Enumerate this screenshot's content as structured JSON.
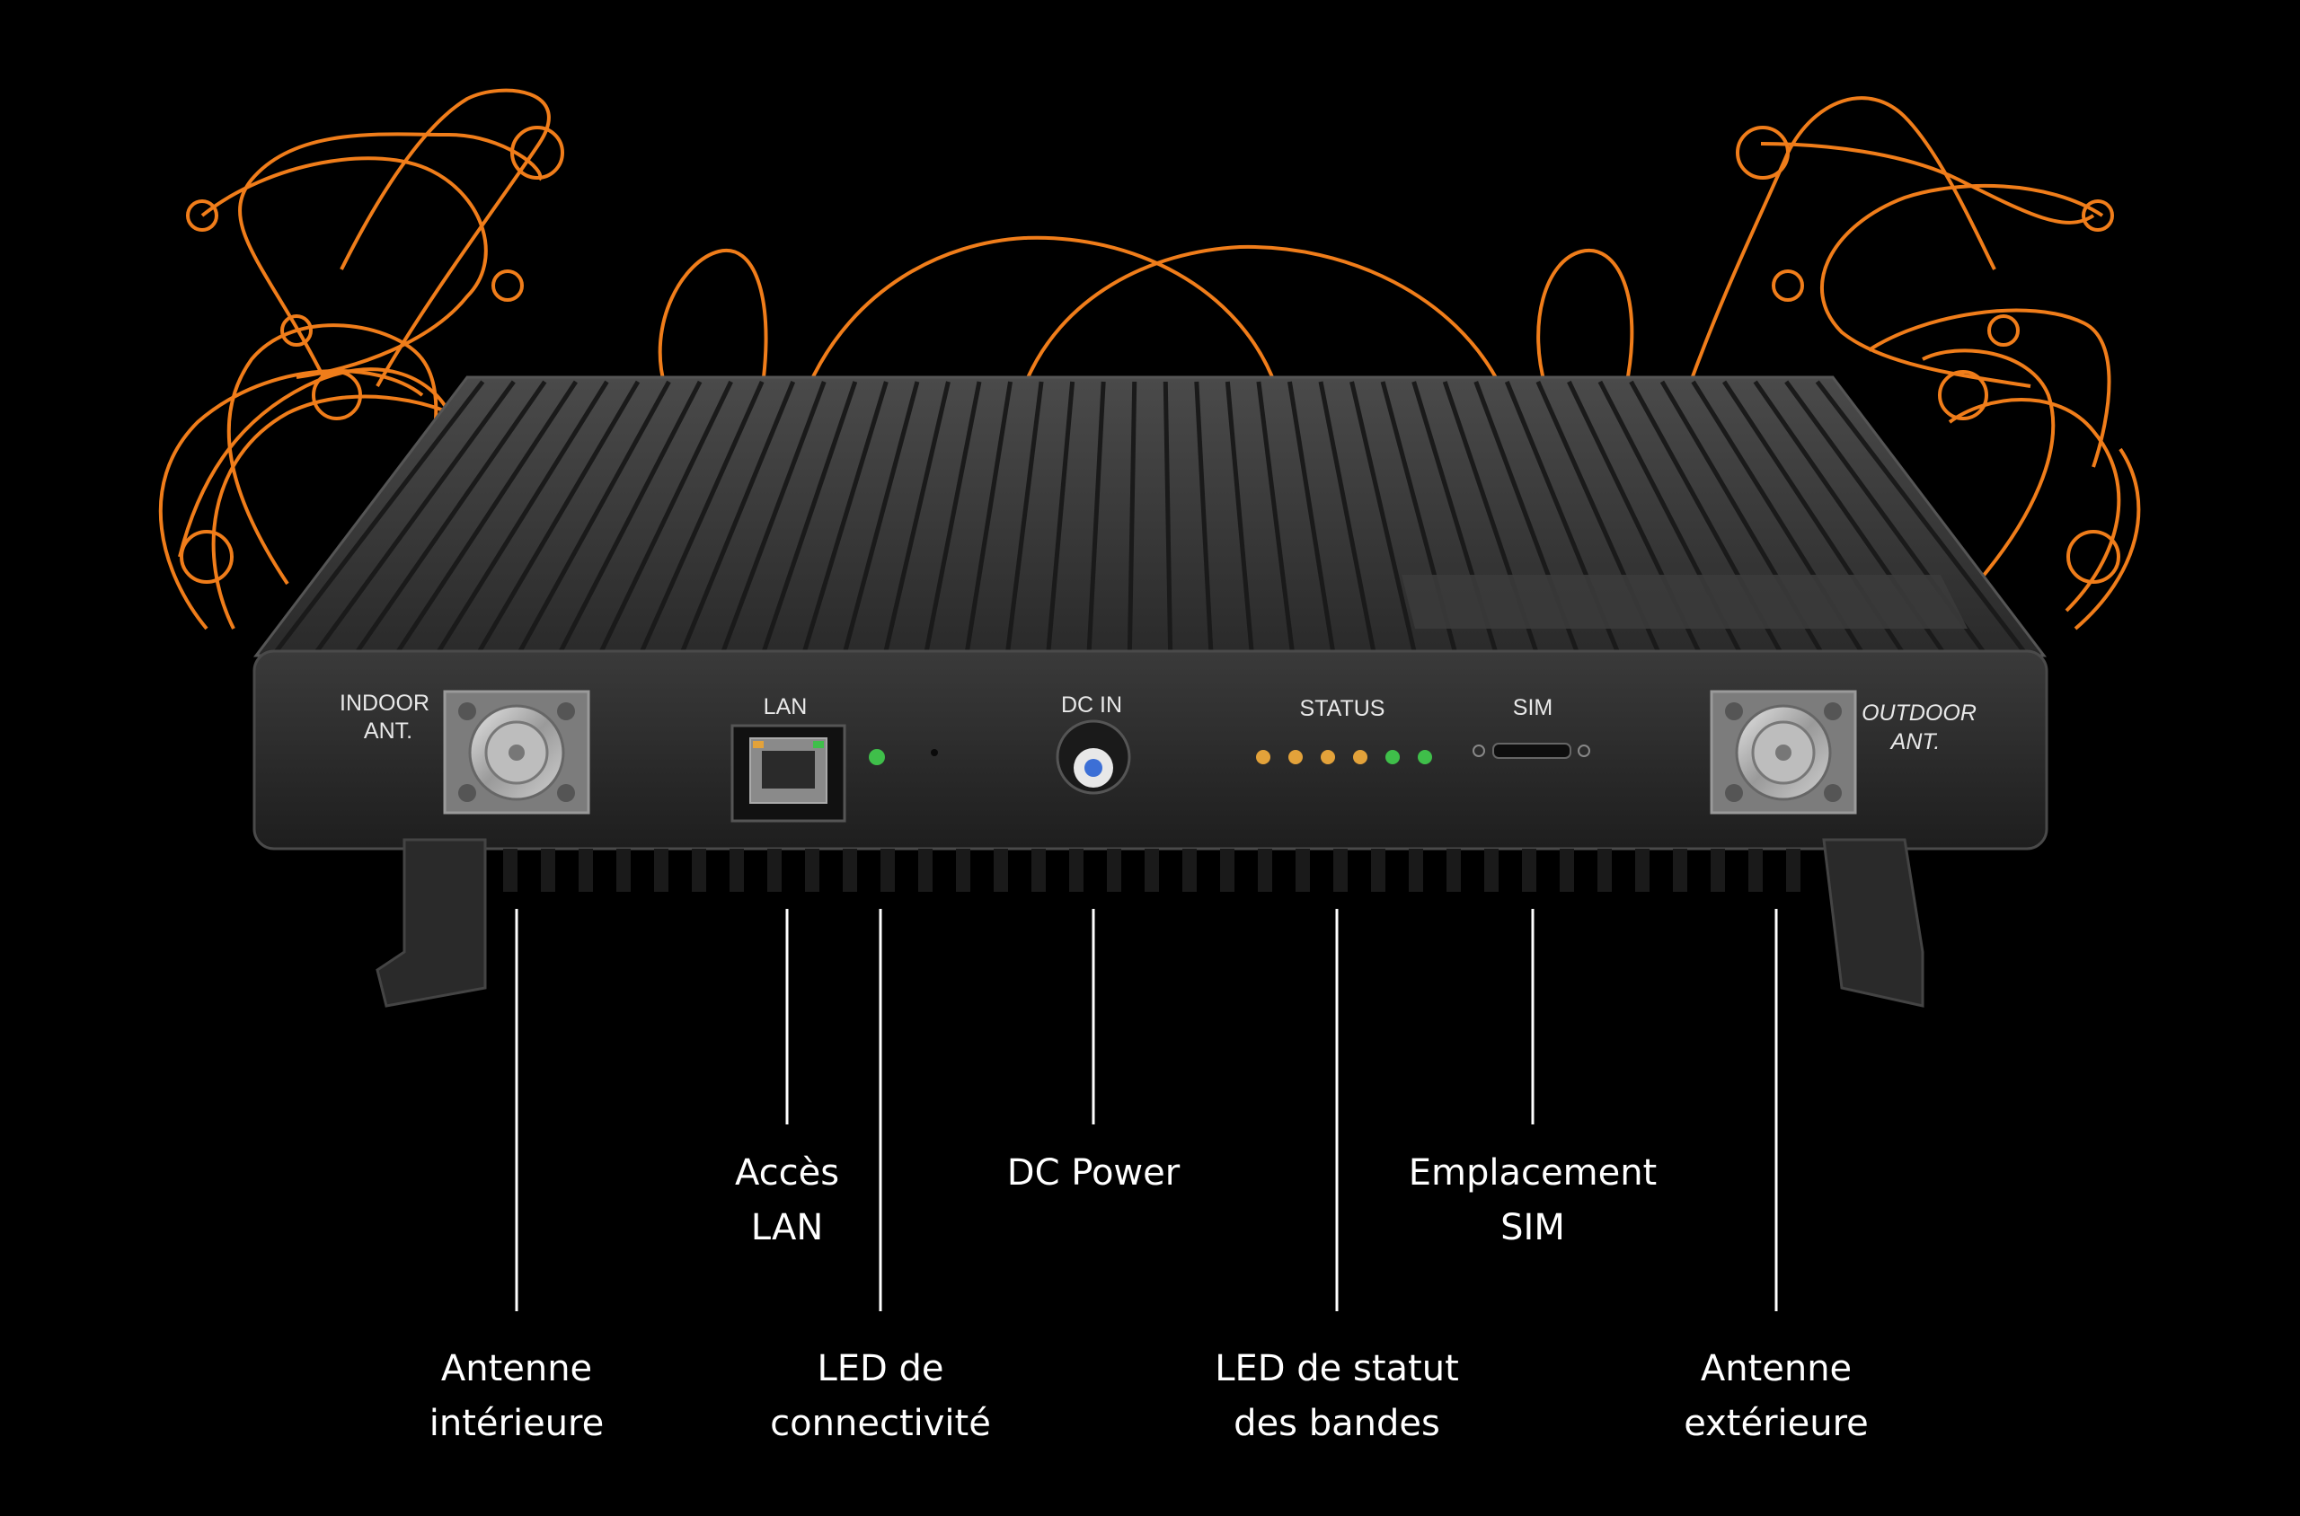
{
  "device": {
    "indoor_label": [
      "INDOOR",
      "ANT."
    ],
    "outdoor_label": [
      "OUTDOOR",
      "ANT."
    ],
    "lan_label": "LAN",
    "dc_label": "DC IN",
    "status_label": "STATUS",
    "sim_label": "SIM"
  },
  "status_leds": [
    "#e3a23a",
    "#e3a23a",
    "#e3a23a",
    "#e3a23a",
    "#3fbf4a",
    "#3fbf4a"
  ],
  "colors": {
    "accent": "#f07d1a",
    "background": "#000000",
    "text": "#ffffff",
    "device_body": "#2e2e2e"
  },
  "callouts": {
    "antenne_interieure": [
      "Antenne",
      "intérieure"
    ],
    "acces_lan": [
      "Accès",
      "LAN"
    ],
    "led_connectivite": [
      "LED de",
      "connectivité"
    ],
    "dc_power": [
      "DC Power"
    ],
    "led_statut": [
      "LED de statut",
      "des bandes"
    ],
    "emplacement_sim": [
      "Emplacement",
      "SIM"
    ],
    "antenne_exterieure": [
      "Antenne",
      "extérieure"
    ]
  }
}
